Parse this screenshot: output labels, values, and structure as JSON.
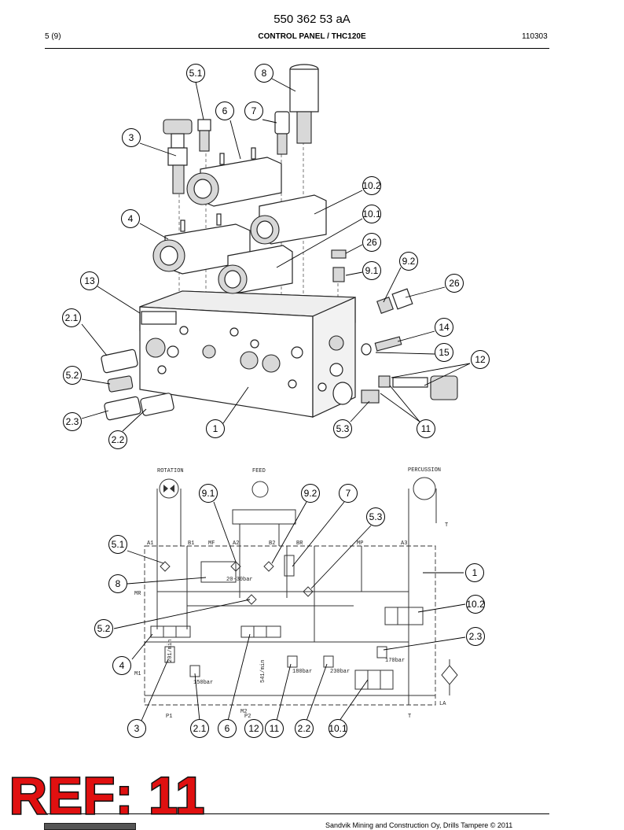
{
  "header": {
    "doc_number": "550 362 53 aA",
    "page": "5 (9)",
    "title": "CONTROL PANEL / THC120E",
    "date": "110303"
  },
  "exploded_view": {
    "callouts": [
      "5.1",
      "8",
      "6",
      "7",
      "3",
      "10.2",
      "10.1",
      "4",
      "26",
      "9.1",
      "9.2",
      "26",
      "13",
      "2.1",
      "14",
      "15",
      "12",
      "5.2",
      "2.3",
      "2.2",
      "1",
      "5.3",
      "11"
    ]
  },
  "schematic": {
    "labels": {
      "rotation": "ROTATION",
      "feed": "FEED",
      "percussion": "PERCUSSION",
      "a1": "A1",
      "b1": "B1",
      "mf": "MF",
      "a2": "A2",
      "b2": "B2",
      "br": "BR",
      "mp": "MP",
      "a3": "A3",
      "mr": "MR",
      "m1": "M1",
      "p1": "P1",
      "m2": "M2",
      "p2": "P2",
      "t_port": "T",
      "la": "LA",
      "t_top": "T",
      "p_150": "150bar",
      "p_230": "230bar",
      "p_180": "180bar",
      "p_170": "170bar",
      "p_20": "20-30bar",
      "flow_201": "201/min",
      "flow_541": "541/min"
    },
    "callouts": [
      "9.1",
      "9.2",
      "7",
      "5.3",
      "5.1",
      "1",
      "8",
      "10.2",
      "5.2",
      "2.3",
      "4",
      "3",
      "2.1",
      "6",
      "12",
      "11",
      "2.2",
      "10.1"
    ]
  },
  "footer": {
    "ref_stamp": "REF: 11",
    "copyright": "Sandvik Mining and Construction Oy, Drills Tampere © 2011"
  }
}
